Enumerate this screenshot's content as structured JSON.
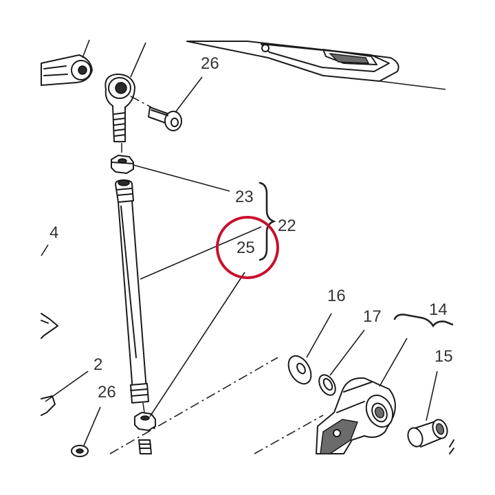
{
  "callouts": {
    "c26_top": "26",
    "c23": "23",
    "c22": "22",
    "c25": "25",
    "c4": "4",
    "c16": "16",
    "c17": "17",
    "c14": "14",
    "c15": "15",
    "c2": "2",
    "c26_bottom": "26"
  },
  "colors": {
    "highlight_ring": "#c8102e",
    "line": "#1a1a1a"
  }
}
